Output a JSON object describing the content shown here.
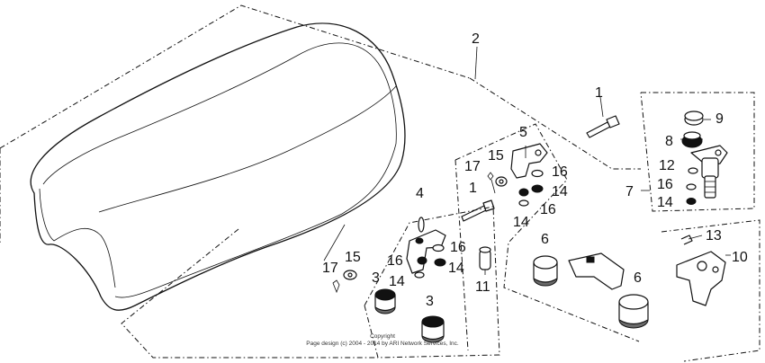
{
  "diagram": {
    "callouts": [
      {
        "id": "2",
        "label": "2"
      },
      {
        "id": "1a",
        "label": "1"
      },
      {
        "id": "9",
        "label": "9"
      },
      {
        "id": "8",
        "label": "8"
      },
      {
        "id": "5",
        "label": "5"
      },
      {
        "id": "15a",
        "label": "15"
      },
      {
        "id": "17a",
        "label": "17"
      },
      {
        "id": "16a",
        "label": "16"
      },
      {
        "id": "12",
        "label": "12"
      },
      {
        "id": "1b",
        "label": "1"
      },
      {
        "id": "14a",
        "label": "14"
      },
      {
        "id": "16b",
        "label": "16"
      },
      {
        "id": "7",
        "label": "7"
      },
      {
        "id": "16c",
        "label": "16"
      },
      {
        "id": "14b",
        "label": "14"
      },
      {
        "id": "4",
        "label": "4"
      },
      {
        "id": "14c",
        "label": "14"
      },
      {
        "id": "6a",
        "label": "6"
      },
      {
        "id": "13",
        "label": "13"
      },
      {
        "id": "16d",
        "label": "16"
      },
      {
        "id": "10",
        "label": "10"
      },
      {
        "id": "16e",
        "label": "16"
      },
      {
        "id": "14d",
        "label": "14"
      },
      {
        "id": "17b",
        "label": "17"
      },
      {
        "id": "15b",
        "label": "15"
      },
      {
        "id": "14e",
        "label": "14"
      },
      {
        "id": "3a",
        "label": "3"
      },
      {
        "id": "11",
        "label": "11"
      },
      {
        "id": "6b",
        "label": "6"
      },
      {
        "id": "3b",
        "label": "3"
      }
    ],
    "copyright_line1": "Copyright",
    "copyright_line2": "Page design (c) 2004 - 2014 by ARI Network Services, Inc."
  }
}
